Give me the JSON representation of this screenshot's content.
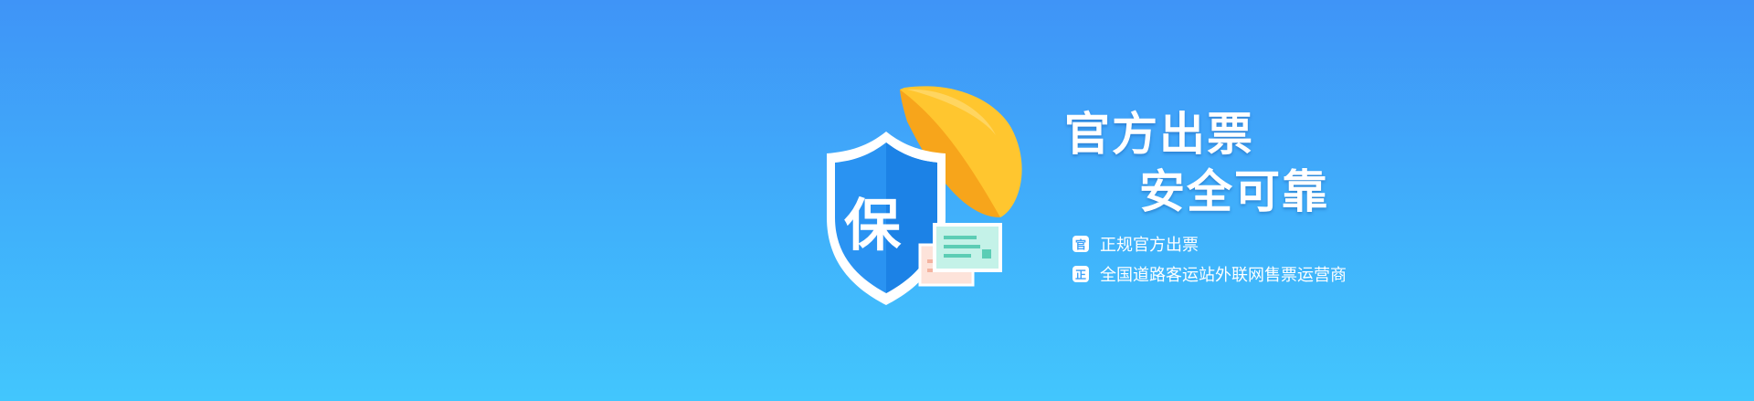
{
  "headline": {
    "line1": "官方出票",
    "line2": "安全可靠"
  },
  "shield": {
    "character": "保"
  },
  "bullets": [
    {
      "icon": "官",
      "text": "正规官方出票"
    },
    {
      "icon": "正",
      "text": "全国道路客运站外联网售票运营商"
    }
  ],
  "colors": {
    "background_top": "#3f94f7",
    "background_bottom": "#42c6fd",
    "shield_blue": "#1f8cf0",
    "umbrella_yellow": "#ffbb22",
    "ticket_mint": "#b9f0e4",
    "ticket_pink": "#f4c4b6"
  },
  "icons": [
    "shield-icon",
    "umbrella-icon",
    "ticket-icon",
    "official-badge-icon",
    "certified-badge-icon"
  ]
}
